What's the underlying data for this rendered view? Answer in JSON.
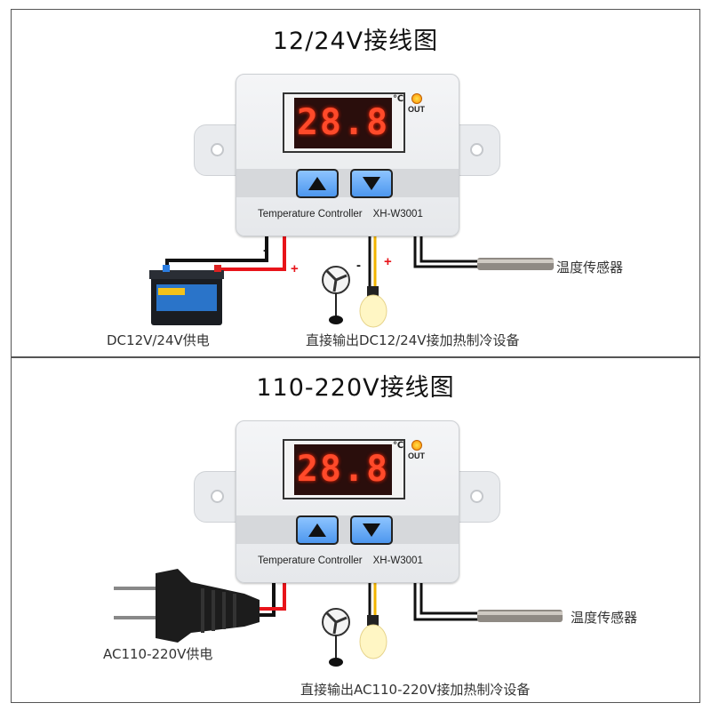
{
  "panels": [
    {
      "title": "12/24V接线图",
      "controller": {
        "display": "28.8",
        "unit": "℃",
        "led_label": "OUT",
        "name": "Temperature Controller",
        "model": "XH-W3001"
      },
      "power_label": "DC12V/24V供电",
      "output_label": "直接输出DC12/24V接加热制冷设备",
      "sensor_label": "温度传感器",
      "minus": "-",
      "plus": "+"
    },
    {
      "title": "110-220V接线图",
      "controller": {
        "display": "28.8",
        "unit": "℃",
        "led_label": "OUT",
        "name": "Temperature Controller",
        "model": "XH-W3001"
      },
      "power_label": "AC110-220V供电",
      "output_label": "直接输出AC110-220V接加热制冷设备",
      "sensor_label": "温度传感器"
    }
  ],
  "colors": {
    "wire_red": "#e8141a",
    "wire_yellow": "#f2b400",
    "button_blue": "#5aa3f2",
    "display_red": "#ff4a2a"
  }
}
